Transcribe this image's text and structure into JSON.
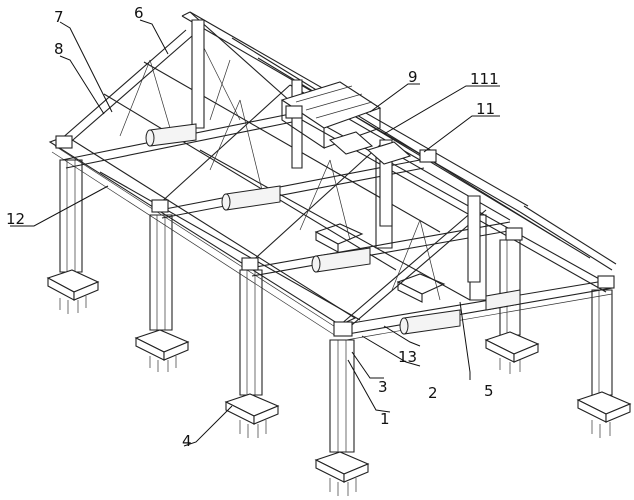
{
  "labels": {
    "l1": "1",
    "l2": "2",
    "l3": "3",
    "l4": "4",
    "l5": "5",
    "l6": "6",
    "l7": "7",
    "l8": "8",
    "l9": "9",
    "l11": "11",
    "l111": "111",
    "l12": "12",
    "l13": "13"
  }
}
